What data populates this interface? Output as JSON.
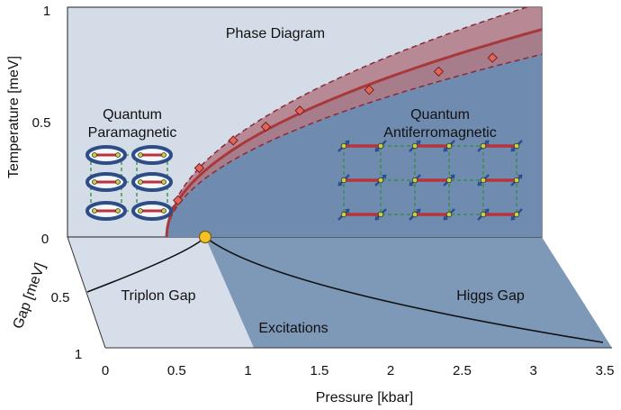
{
  "title": "Phase Diagram",
  "regions": {
    "paramagnetic": [
      "Quantum",
      "Paramagnetic"
    ],
    "antiferromagnetic": [
      "Quantum",
      "Antiferromagnetic"
    ]
  },
  "gap_labels": {
    "triplon": "Triplon Gap",
    "higgs": "Higgs Gap",
    "excitations": "Excitations"
  },
  "axes": {
    "temperature": {
      "label": "Temperature [meV]",
      "ticks": [
        "0",
        "0.5",
        "1"
      ]
    },
    "gap": {
      "label": "Gap [meV]",
      "ticks": [
        "0.5",
        "1"
      ]
    },
    "pressure": {
      "label": "Pressure [kbar]",
      "ticks": [
        "0",
        "0.5",
        "1",
        "1.5",
        "2",
        "2.5",
        "3",
        "3.5"
      ]
    }
  },
  "colors": {
    "back_panel": "#d4dce8",
    "ordered_region": "#6f8cb0",
    "floor_light": "#d6dee9",
    "floor_dark": "#7e98b8",
    "critical_band": "#b27a86",
    "boundary_line": "#a8383a",
    "marker": "#e0665a",
    "critical_point": "#f5c125",
    "dimer_ring": "#2d4d86",
    "spin_bar": "#b8333a"
  },
  "chart_data": {
    "type": "scatter",
    "title": "Phase Diagram",
    "xlabel": "Pressure [kbar]",
    "ylabel": "Temperature [meV]",
    "xlim": [
      0,
      3.5
    ],
    "ylim": [
      0,
      1
    ],
    "critical_pressure": 0.7,
    "series": [
      {
        "values": [
          [
            0.78,
            0.16
          ],
          [
            0.93,
            0.3
          ],
          [
            1.17,
            0.42
          ],
          [
            1.4,
            0.48
          ],
          [
            1.64,
            0.55
          ],
          [
            2.13,
            0.64
          ],
          [
            2.62,
            0.72
          ],
          [
            3.0,
            0.78
          ]
        ]
      }
    ]
  }
}
